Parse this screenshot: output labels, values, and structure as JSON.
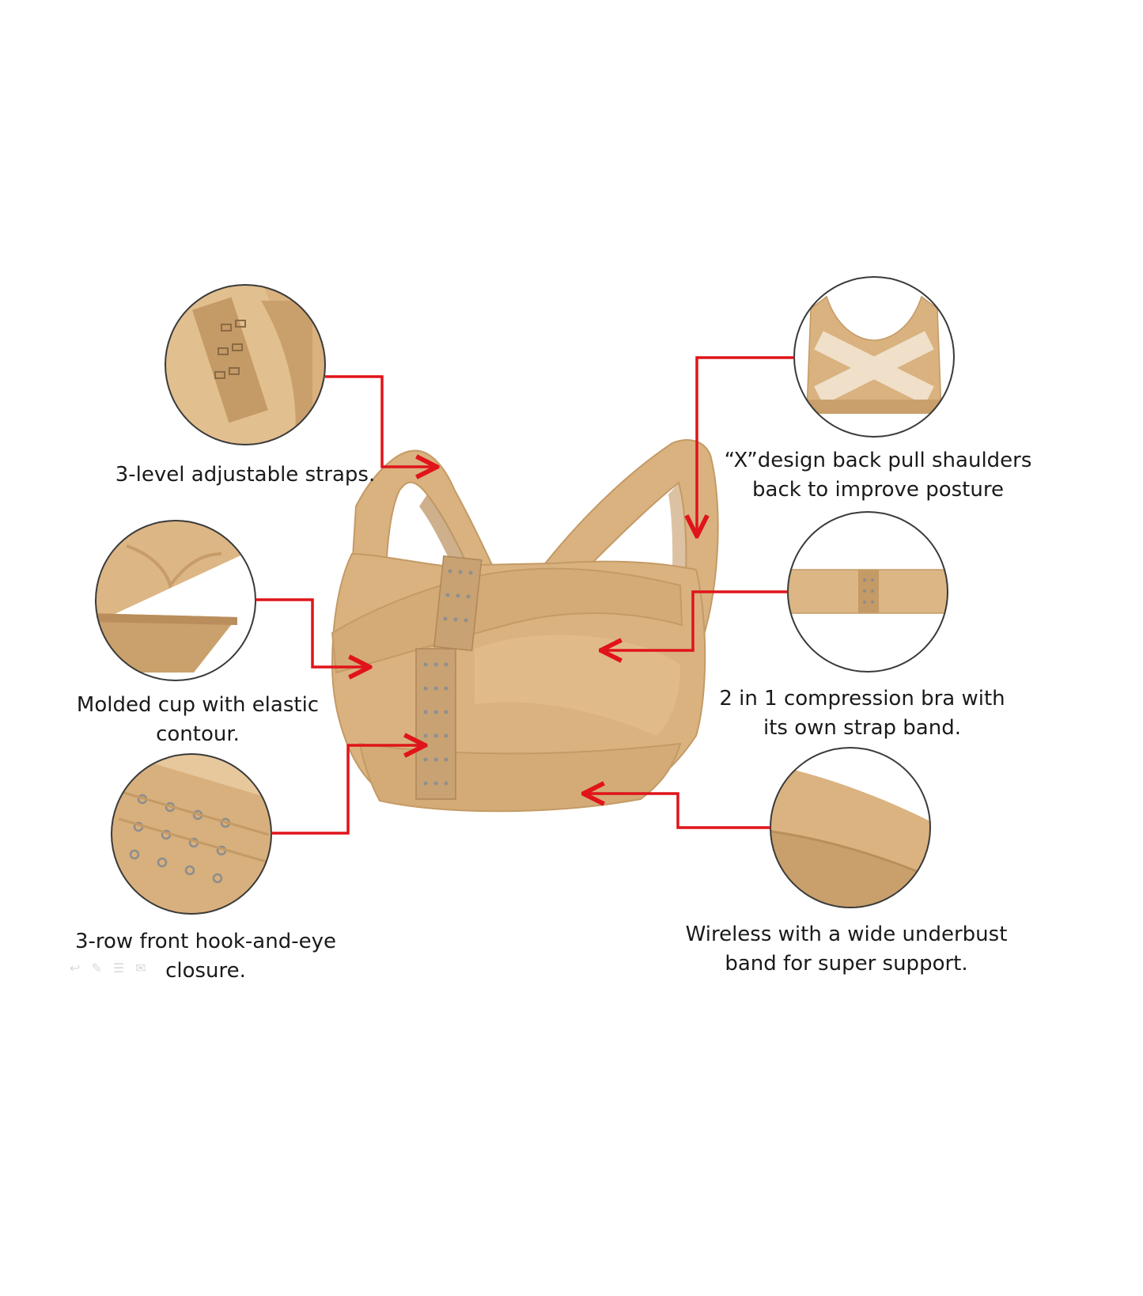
{
  "colors": {
    "skin": "#d9b27f",
    "skin_dark": "#c49a66",
    "skin_light": "#ecd2ac",
    "arrow": "#e0141a",
    "circle_stroke": "#3a3a3a",
    "text": "#1a1a1a"
  },
  "features": [
    {
      "id": "straps",
      "lines": [
        "3-level adjustable straps."
      ]
    },
    {
      "id": "cup",
      "lines": [
        "Molded cup with elastic",
        "contour."
      ]
    },
    {
      "id": "closure",
      "lines": [
        "3-row front hook-and-eye",
        "closure."
      ]
    },
    {
      "id": "back",
      "lines": [
        "“X”design back  pull shaulders",
        "back to improve posture"
      ]
    },
    {
      "id": "band",
      "lines": [
        "2 in 1 compression bra with",
        "its own strap band."
      ]
    },
    {
      "id": "under",
      "lines": [
        "Wireless with a wide underbust",
        "band for super support."
      ]
    }
  ],
  "toolbar_icons": [
    "reply-icon",
    "pencil-icon",
    "menu-icon",
    "comment-icon"
  ]
}
